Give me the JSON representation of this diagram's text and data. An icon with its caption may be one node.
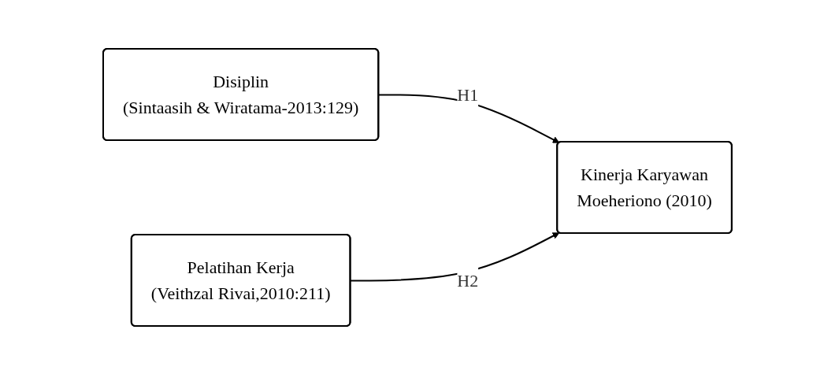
{
  "diagram": {
    "nodes": [
      {
        "text": [
          "Disiplin",
          "(Sintaasih & Wiratama-2013:129)"
        ]
      },
      {
        "text": [
          "Pelatihan Kerja",
          "(Veithzal Rivai,2010:211)"
        ]
      },
      {
        "text": [
          "Kinerja Karyawan",
          "Moeheriono (2010)"
        ]
      }
    ],
    "edges": [
      {
        "from": 0,
        "to": 2,
        "arrow": "to",
        "label": "H1"
      },
      {
        "from": 1,
        "to": 2,
        "arrow": "to",
        "label": "H2"
      }
    ]
  }
}
